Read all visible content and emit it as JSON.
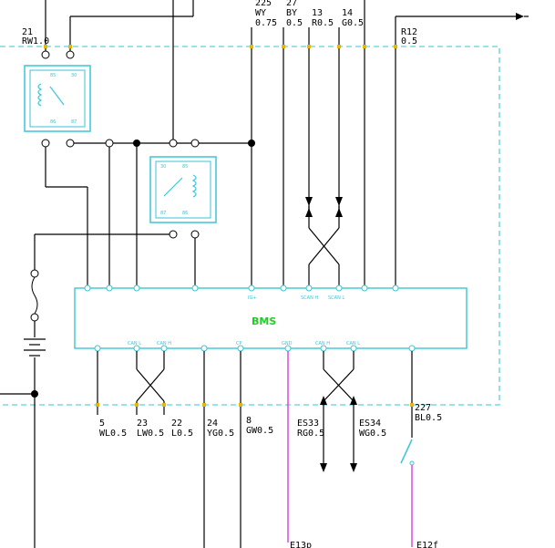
{
  "module": {
    "name": "BMS",
    "top_pins": [
      "",
      "",
      "",
      "",
      "IG+",
      "",
      "SCAN H",
      "SCAN L",
      "",
      ""
    ],
    "bottom_pins": [
      "",
      "CAN L",
      "CAN H",
      "",
      "CP",
      "GND",
      "CAN H",
      "CAN L",
      ""
    ],
    "right_label_1": "",
    "right_label_2": ""
  },
  "wires_top": {
    "w21": {
      "num": "21",
      "spec": "RW1.0"
    },
    "w225": {
      "num": "225",
      "color": "WY",
      "size": "0.75"
    },
    "w27": {
      "num": "27",
      "color": "BY",
      "size": "0.5"
    },
    "w13": {
      "num": "13",
      "spec": "R0.5"
    },
    "w14": {
      "num": "14",
      "spec": "G0.5"
    },
    "r12": {
      "num": "R12",
      "size": "0.5"
    }
  },
  "wires_bottom": [
    {
      "num": "5",
      "spec": "WL0.5"
    },
    {
      "num": "23",
      "spec": "LW0.5"
    },
    {
      "num": "22",
      "spec": "L0.5"
    },
    {
      "num": "24",
      "spec": "YG0.5"
    },
    {
      "num": "8",
      "spec": "GW0.5"
    },
    {
      "num": "ES33",
      "spec": "RG0.5"
    },
    {
      "num": "ES34",
      "spec": "WG0.5"
    },
    {
      "num": "227",
      "spec": "BL0.5"
    }
  ],
  "relay1": {
    "pins": [
      "85",
      "30",
      "86",
      "87"
    ]
  },
  "relay2": {
    "pins": [
      "30",
      "85",
      "87",
      "86"
    ]
  },
  "bottom_connectors": [
    "E13p",
    "E12f"
  ],
  "colors": {
    "cyan": "#39c6d6",
    "green": "#22cc22",
    "yellow": "#e6b800",
    "pink": "#e23ad8"
  }
}
